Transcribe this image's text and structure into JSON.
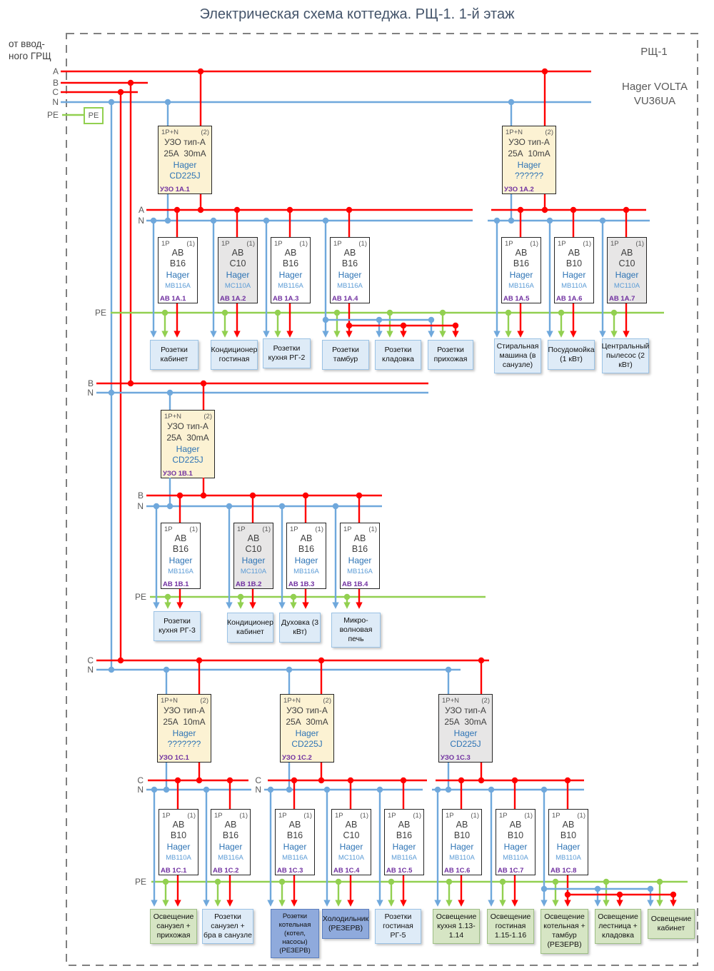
{
  "title": "Электрическая схема коттеджа. РЩ-1. 1-й этаж",
  "header": {
    "source_line1": "от ввод-",
    "source_line2": "ного ГРЩ",
    "panel_name": "РЩ-1",
    "panel_model_line1": "Hager VOLTA",
    "panel_model_line2": "VU36UA"
  },
  "bus_labels": {
    "a": "A",
    "b": "B",
    "c": "C",
    "n": "N",
    "pe": "PE"
  },
  "colors": {
    "phase": "#FF0000",
    "neutral": "#6FA8DC",
    "pe": "#92D050",
    "rcd_fill": "#FCF2D3",
    "alt_fill": "#E7E6E6",
    "tag": "#7030A0"
  },
  "rcds": [
    {
      "poles": "1P+N",
      "qty": "(2)",
      "type": "УЗО тип-А",
      "rating": "25А  30mA",
      "brand": "Hager",
      "model": "CD225J",
      "label": "УЗО 1А.1"
    },
    {
      "poles": "1P+N",
      "qty": "(2)",
      "type": "УЗО тип-А",
      "rating": "25А  10mA",
      "brand": "Hager",
      "model": "??????",
      "label": "УЗО 1А.2"
    },
    {
      "poles": "1P+N",
      "qty": "(2)",
      "type": "УЗО тип-А",
      "rating": "25А  30mA",
      "brand": "Hager",
      "model": "CD225J",
      "label": "УЗО 1В.1"
    },
    {
      "poles": "1P+N",
      "qty": "(2)",
      "type": "УЗО тип-А",
      "rating": "25А  10mA",
      "brand": "Hager",
      "model": "???????",
      "label": "УЗО 1С.1"
    },
    {
      "poles": "1P+N",
      "qty": "(2)",
      "type": "УЗО тип-А",
      "rating": "25А  30mA",
      "brand": "Hager",
      "model": "CD225J",
      "label": "УЗО 1С.2"
    },
    {
      "poles": "1P+N",
      "qty": "(2)",
      "type": "УЗО тип-А",
      "rating": "25А  30mA",
      "brand": "Hager",
      "model": "CD225J",
      "label": "УЗО 1С.3"
    }
  ],
  "breakers": [
    {
      "poles": "1P",
      "qty": "(1)",
      "kind": "АВ",
      "curve": "B16",
      "brand": "Hager",
      "model": "MB116A",
      "label": "АВ 1А.1"
    },
    {
      "poles": "1P",
      "qty": "(1)",
      "kind": "АВ",
      "curve": "C10",
      "brand": "Hager",
      "model": "MC110A",
      "label": "АВ 1А.2"
    },
    {
      "poles": "1P",
      "qty": "(1)",
      "kind": "АВ",
      "curve": "B16",
      "brand": "Hager",
      "model": "MB116A",
      "label": "АВ 1А.3"
    },
    {
      "poles": "1P",
      "qty": "(1)",
      "kind": "АВ",
      "curve": "B16",
      "brand": "Hager",
      "model": "MB116A",
      "label": "АВ 1А.4"
    },
    {
      "poles": "1P",
      "qty": "(1)",
      "kind": "АВ",
      "curve": "B16",
      "brand": "Hager",
      "model": "MB116A",
      "label": "АВ 1А.5"
    },
    {
      "poles": "1P",
      "qty": "(1)",
      "kind": "АВ",
      "curve": "B10",
      "brand": "Hager",
      "model": "MB110A",
      "label": "АВ 1А.6"
    },
    {
      "poles": "1P",
      "qty": "(1)",
      "kind": "АВ",
      "curve": "C10",
      "brand": "Hager",
      "model": "MC110A",
      "label": "АВ 1А.7"
    },
    {
      "poles": "1P",
      "qty": "(1)",
      "kind": "АВ",
      "curve": "B16",
      "brand": "Hager",
      "model": "MB116A",
      "label": "АВ 1В.1"
    },
    {
      "poles": "1P",
      "qty": "(1)",
      "kind": "АВ",
      "curve": "C10",
      "brand": "Hager",
      "model": "MC110A",
      "label": "АВ 1В.2"
    },
    {
      "poles": "1P",
      "qty": "(1)",
      "kind": "АВ",
      "curve": "B16",
      "brand": "Hager",
      "model": "MB116A",
      "label": "АВ 1В.3"
    },
    {
      "poles": "1P",
      "qty": "(1)",
      "kind": "АВ",
      "curve": "B16",
      "brand": "Hager",
      "model": "MB116A",
      "label": "АВ 1В.4"
    },
    {
      "poles": "1P",
      "qty": "(1)",
      "kind": "АВ",
      "curve": "B10",
      "brand": "Hager",
      "model": "MB110A",
      "label": "АВ 1С.1"
    },
    {
      "poles": "1P",
      "qty": "(1)",
      "kind": "АВ",
      "curve": "B16",
      "brand": "Hager",
      "model": "MB116A",
      "label": "АВ 1С.2"
    },
    {
      "poles": "1P",
      "qty": "(1)",
      "kind": "АВ",
      "curve": "B16",
      "brand": "Hager",
      "model": "MB116A",
      "label": "АВ 1С.3"
    },
    {
      "poles": "1P",
      "qty": "(1)",
      "kind": "АВ",
      "curve": "C10",
      "brand": "Hager",
      "model": "MC110A",
      "label": "АВ 1С.4"
    },
    {
      "poles": "1P",
      "qty": "(1)",
      "kind": "АВ",
      "curve": "B16",
      "brand": "Hager",
      "model": "MB116A",
      "label": "АВ 1С.5"
    },
    {
      "poles": "1P",
      "qty": "(1)",
      "kind": "АВ",
      "curve": "B10",
      "brand": "Hager",
      "model": "MB110A",
      "label": "АВ 1С.6"
    },
    {
      "poles": "1P",
      "qty": "(1)",
      "kind": "АВ",
      "curve": "B10",
      "brand": "Hager",
      "model": "MB110A",
      "label": "АВ 1С.7"
    },
    {
      "poles": "1P",
      "qty": "(1)",
      "kind": "АВ",
      "curve": "B10",
      "brand": "Hager",
      "model": "MB110A",
      "label": "АВ 1С.8"
    }
  ],
  "loads": [
    {
      "text": "Розетки кабинет"
    },
    {
      "text": "Кондиционер гостиная"
    },
    {
      "text": "Розетки кухня РГ-2"
    },
    {
      "text": "Розетки тамбур"
    },
    {
      "text": "Розетки кладовка"
    },
    {
      "text": "Розетки прихожая"
    },
    {
      "text": "Стиральная машина (в санузле)"
    },
    {
      "text": "Посудомойка (1 кВт)"
    },
    {
      "text": "Центральный пылесос (2 кВт)"
    },
    {
      "text": "Розетки кухня РГ-3"
    },
    {
      "text": "Кондиционер кабинет"
    },
    {
      "text": "Духовка (3 кВт)"
    },
    {
      "text": "Микро-волновая печь"
    },
    {
      "text": "Освещение санузел + прихожая"
    },
    {
      "text": "Розетки санузел + бра в санузле"
    },
    {
      "text": "Розетки котельная (котел, насосы) (РЕЗЕРВ)"
    },
    {
      "text": "Холодильник (РЕЗЕРВ)"
    },
    {
      "text": "Розетки гостиная РГ-5"
    },
    {
      "text": "Освещение кухня 1.13-1.14"
    },
    {
      "text": "Освещение гостиная 1.15-1.16"
    },
    {
      "text": "Освещение котельная + тамбур (РЕЗЕРВ)"
    },
    {
      "text": "Освещение лестница + кладовка"
    },
    {
      "text": "Освещение кабинет"
    }
  ]
}
